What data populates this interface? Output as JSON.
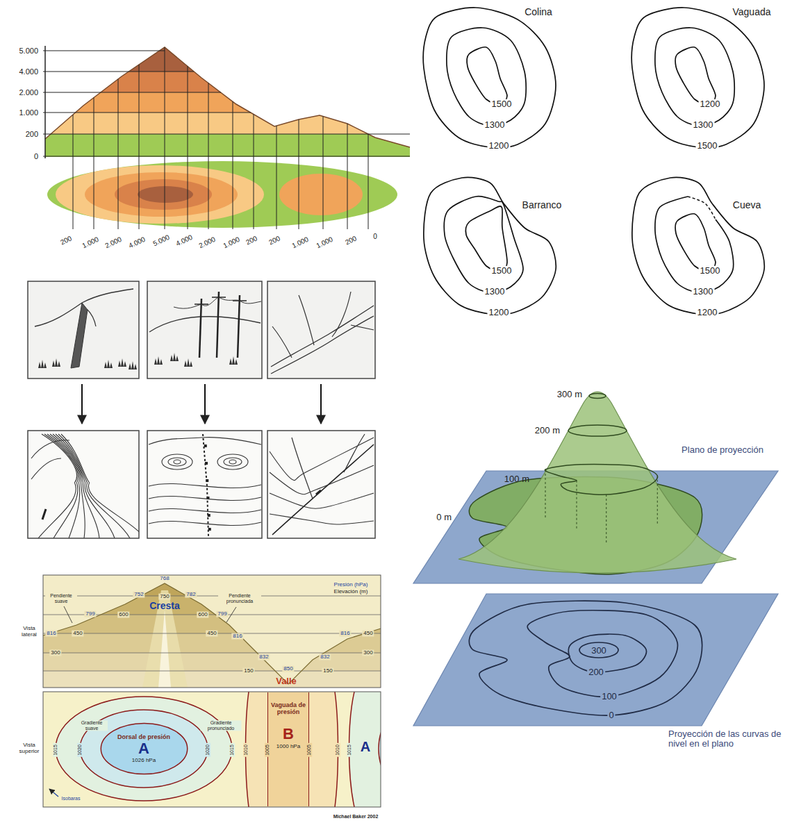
{
  "diagram": {
    "nodes": [
      {
        "text": [
          "Dorsal de presión",
          "A",
          "1026 hPa"
        ]
      },
      {
        "text": [
          "Vaguada de presión",
          "B",
          "1000 hPa"
        ]
      }
    ],
    "labels": [
      "5.000",
      "4.000",
      "2.000",
      "1.000",
      "200",
      "0",
      "200",
      "1.000",
      "2.000",
      "4.000",
      "5.000",
      "4.000",
      "2.000",
      "1.000",
      "200",
      "200",
      "1.000",
      "1.000",
      "200",
      "0",
      "Colina",
      "1500",
      "1300",
      "1200",
      "Vaguada",
      "1200",
      "1300",
      "1500",
      "Barranco",
      "1500",
      "1300",
      "1200",
      "Cueva",
      "1500",
      "1300",
      "1200",
      "300 m",
      "200 m",
      "100 m",
      "0 m",
      "Plano de proyección",
      "300",
      "200",
      "100",
      "0",
      "Proyección de las curvas de nivel en el plano",
      "Presión (hPa)",
      "Elevación (m)",
      "Vista lateral",
      "Pendiente suave",
      "Pendiente pronunciada",
      "Cresta",
      "Valle",
      "768",
      "752",
      "750",
      "782",
      "799",
      "600",
      "600",
      "799",
      "816",
      "450",
      "450",
      "816",
      "300",
      "832",
      "150",
      "850",
      "832",
      "150",
      "816",
      "450",
      "300",
      "Vista superior",
      "Gradiente suave",
      "Gradiente pronunciado",
      "1015",
      "1020",
      "1020",
      "1015",
      "1010",
      "1005",
      "1005",
      "1010",
      "1015",
      "A",
      "Isobaras",
      "Michael Baker 2002"
    ]
  }
}
